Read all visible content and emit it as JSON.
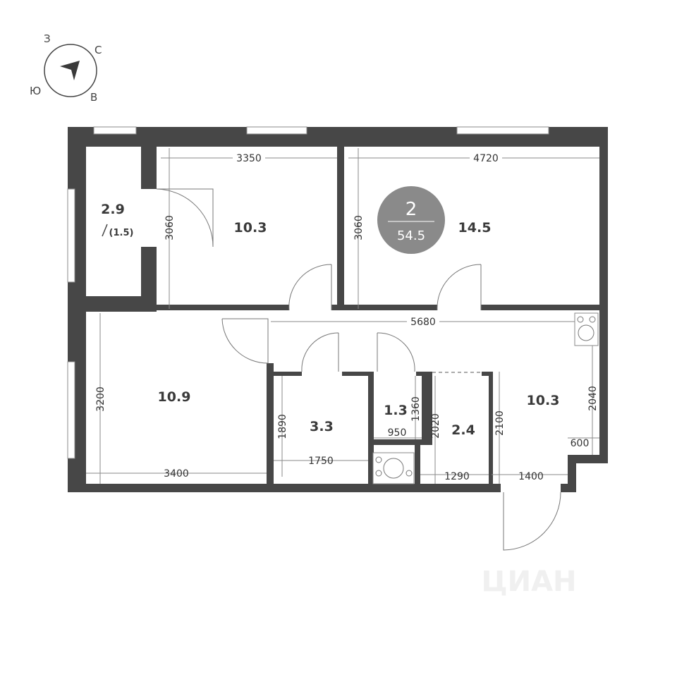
{
  "compass": {
    "north": "С",
    "south": "Ю",
    "east": "В",
    "west": "З"
  },
  "badge": {
    "rooms": "2",
    "total_area": "54.5",
    "color": "#8a8a8a"
  },
  "rooms": [
    {
      "name": "balcony",
      "area": "2.9",
      "sub_area": "(1.5)"
    },
    {
      "name": "bedroom",
      "area": "10.3"
    },
    {
      "name": "master-bedroom",
      "area": "14.5"
    },
    {
      "name": "living-room",
      "area": "10.9"
    },
    {
      "name": "storage",
      "area": "3.3"
    },
    {
      "name": "toilet",
      "area": "1.3"
    },
    {
      "name": "bathroom",
      "area": "2.4"
    },
    {
      "name": "kitchen",
      "area": "10.3"
    }
  ],
  "dimensions": {
    "bedroom_width": "3350",
    "bedroom_depth": "3060",
    "master_width": "4720",
    "master_depth": "3060",
    "hall_length": "5680",
    "living_depth": "3200",
    "living_width": "3400",
    "storage_depth": "1890",
    "storage_width": "1750",
    "toilet_depth": "1360",
    "toilet_width": "950",
    "bath_depth": "2020",
    "bath_width": "1290",
    "kitchen_depth_a": "2100",
    "kitchen_width": "1400",
    "kitchen_depth_b": "2040",
    "kitchen_niche": "600"
  },
  "watermark": "ЦИАН",
  "wall_color": "#474747"
}
